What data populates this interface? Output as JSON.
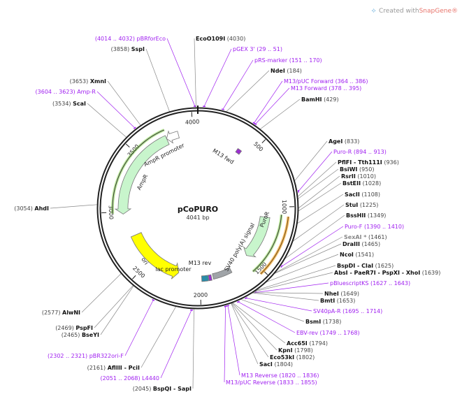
{
  "branding": {
    "text": "Created with ",
    "product": "SnapGene®"
  },
  "plasmid": {
    "name": "pCoPURO",
    "length_label": "4041 bp",
    "length": 4041
  },
  "ticks": [
    "500",
    "1000",
    "1500",
    "2000",
    "2500",
    "3000",
    "3500",
    "4000"
  ],
  "colors": {
    "primer": "#a020f0",
    "ampr": "#c8f5cc",
    "ori": "#ffff00",
    "orf_green": "#8fdc5a",
    "orf_orange": "#f5b041",
    "polya": "#999999"
  },
  "features": [
    {
      "name": "AmpR",
      "start": 2980,
      "end": 3770,
      "dir": -1,
      "color": "#c8f5cc"
    },
    {
      "name": "AmpR promoter",
      "start": 3770,
      "end": 3875,
      "dir": -1,
      "color": "#ffffff"
    },
    {
      "name": "ori",
      "start": 2205,
      "end": 2770,
      "dir": -1,
      "color": "#ffff00"
    },
    {
      "name": "PuroR",
      "start": 1094,
      "end": 1506,
      "dir": 1,
      "color": "#c8f5cc"
    },
    {
      "name": "SV40 poly(A) signal",
      "start": 1706,
      "end": 1880,
      "dir": 0,
      "color": "#a0a4a8"
    },
    {
      "name": "lac promoter",
      "start": 1925,
      "end": 1985,
      "dir": 0,
      "color": "#2a8ca8"
    },
    {
      "name": "M13 rev",
      "start": 1895,
      "end": 1920,
      "dir": 0,
      "color": "#9b30d0"
    },
    {
      "name": "M13 fwd",
      "start": 380,
      "end": 420,
      "dir": 0,
      "color": "#9b30d0"
    }
  ],
  "sites": [
    {
      "name": "pBRforEco",
      "pos": "(4014 .. 4032)",
      "bp": 4023,
      "kind": "primer"
    },
    {
      "name": "SspI",
      "pos": "(3858)",
      "bp": 3858,
      "kind": "enzyme"
    },
    {
      "name": "EcoO109I",
      "pos": "(4030)",
      "bp": 4030,
      "kind": "enzyme"
    },
    {
      "name": "pGEX 3'",
      "pos": "(29 .. 51)",
      "bp": 40,
      "kind": "primer"
    },
    {
      "name": "pRS-marker",
      "pos": "(151 .. 170)",
      "bp": 160,
      "kind": "primer"
    },
    {
      "name": "NdeI",
      "pos": "(184)",
      "bp": 184,
      "kind": "enzyme"
    },
    {
      "name": "M13/pUC Forward",
      "pos": "(364 .. 386)",
      "bp": 375,
      "kind": "primer"
    },
    {
      "name": "M13 Forward",
      "pos": "(378 .. 395)",
      "bp": 386,
      "kind": "primer"
    },
    {
      "name": "BamHI",
      "pos": "(429)",
      "bp": 429,
      "kind": "enzyme"
    },
    {
      "name": "XmnI",
      "pos": "(3653)",
      "bp": 3653,
      "kind": "enzyme"
    },
    {
      "name": "Amp-R",
      "pos": "(3604 .. 3623)",
      "bp": 3613,
      "kind": "primer"
    },
    {
      "name": "ScaI",
      "pos": "(3534)",
      "bp": 3534,
      "kind": "enzyme"
    },
    {
      "name": "AgeI",
      "pos": "(833)",
      "bp": 833,
      "kind": "enzyme"
    },
    {
      "name": "Puro-R",
      "pos": "(894 .. 913)",
      "bp": 903,
      "kind": "primer"
    },
    {
      "name": "PflFI - Tth111I",
      "pos": "(936)",
      "bp": 936,
      "kind": "enzyme"
    },
    {
      "name": "BsiWI",
      "pos": "(950)",
      "bp": 950,
      "kind": "enzyme"
    },
    {
      "name": "RsrII",
      "pos": "(1010)",
      "bp": 1010,
      "kind": "enzyme"
    },
    {
      "name": "BstEII",
      "pos": "(1028)",
      "bp": 1028,
      "kind": "enzyme"
    },
    {
      "name": "SacII",
      "pos": "(1108)",
      "bp": 1108,
      "kind": "enzyme"
    },
    {
      "name": "StuI",
      "pos": "(1225)",
      "bp": 1225,
      "kind": "enzyme"
    },
    {
      "name": "BssHII",
      "pos": "(1349)",
      "bp": 1349,
      "kind": "enzyme"
    },
    {
      "name": "Puro-F",
      "pos": "(1390 .. 1410)",
      "bp": 1400,
      "kind": "primer"
    },
    {
      "name": "SexAI *",
      "pos": "(1461)",
      "bp": 1461,
      "kind": "dim"
    },
    {
      "name": "DraIII",
      "pos": "(1465)",
      "bp": 1465,
      "kind": "enzyme"
    },
    {
      "name": "NcoI",
      "pos": "(1541)",
      "bp": 1541,
      "kind": "enzyme"
    },
    {
      "name": "BspDI - ClaI",
      "pos": "(1625)",
      "bp": 1625,
      "kind": "enzyme"
    },
    {
      "name": "AbsI - PaeR7I - PspXI - XhoI",
      "pos": "(1639)",
      "bp": 1639,
      "kind": "enzyme"
    },
    {
      "name": "pBluescriptKS",
      "pos": "(1627 .. 1643)",
      "bp": 1635,
      "kind": "primer"
    },
    {
      "name": "NheI",
      "pos": "(1649)",
      "bp": 1649,
      "kind": "enzyme"
    },
    {
      "name": "BmtI",
      "pos": "(1653)",
      "bp": 1653,
      "kind": "enzyme"
    },
    {
      "name": "SV40pA-R",
      "pos": "(1695 .. 1714)",
      "bp": 1704,
      "kind": "primer"
    },
    {
      "name": "BsmI",
      "pos": "(1738)",
      "bp": 1738,
      "kind": "enzyme"
    },
    {
      "name": "EBV-rev",
      "pos": "(1749 .. 1768)",
      "bp": 1758,
      "kind": "primer"
    },
    {
      "name": "Acc65I",
      "pos": "(1794)",
      "bp": 1794,
      "kind": "enzyme"
    },
    {
      "name": "KpnI",
      "pos": "(1798)",
      "bp": 1798,
      "kind": "enzyme"
    },
    {
      "name": "Eco53kI",
      "pos": "(1802)",
      "bp": 1802,
      "kind": "enzyme"
    },
    {
      "name": "SacI",
      "pos": "(1804)",
      "bp": 1804,
      "kind": "enzyme"
    },
    {
      "name": "M13 Reverse",
      "pos": "(1820 .. 1836)",
      "bp": 1828,
      "kind": "primer"
    },
    {
      "name": "M13/pUC Reverse",
      "pos": "(1833 .. 1855)",
      "bp": 1844,
      "kind": "primer"
    },
    {
      "name": "AhdI",
      "pos": "(3054)",
      "bp": 3054,
      "kind": "enzyme"
    },
    {
      "name": "AlwNI",
      "pos": "(2577)",
      "bp": 2577,
      "kind": "enzyme"
    },
    {
      "name": "PspFI",
      "pos": "(2469)",
      "bp": 2469,
      "kind": "enzyme"
    },
    {
      "name": "BseYI",
      "pos": "(2465)",
      "bp": 2465,
      "kind": "enzyme"
    },
    {
      "name": "pBR322ori-F",
      "pos": "(2302 .. 2321)",
      "bp": 2311,
      "kind": "primer"
    },
    {
      "name": "AflIII - PciI",
      "pos": "(2161)",
      "bp": 2161,
      "kind": "enzyme"
    },
    {
      "name": "L4440",
      "pos": "(2051 .. 2068)",
      "bp": 2060,
      "kind": "primer"
    },
    {
      "name": "BspQI - SapI",
      "pos": "(2045)",
      "bp": 2045,
      "kind": "enzyme"
    }
  ]
}
